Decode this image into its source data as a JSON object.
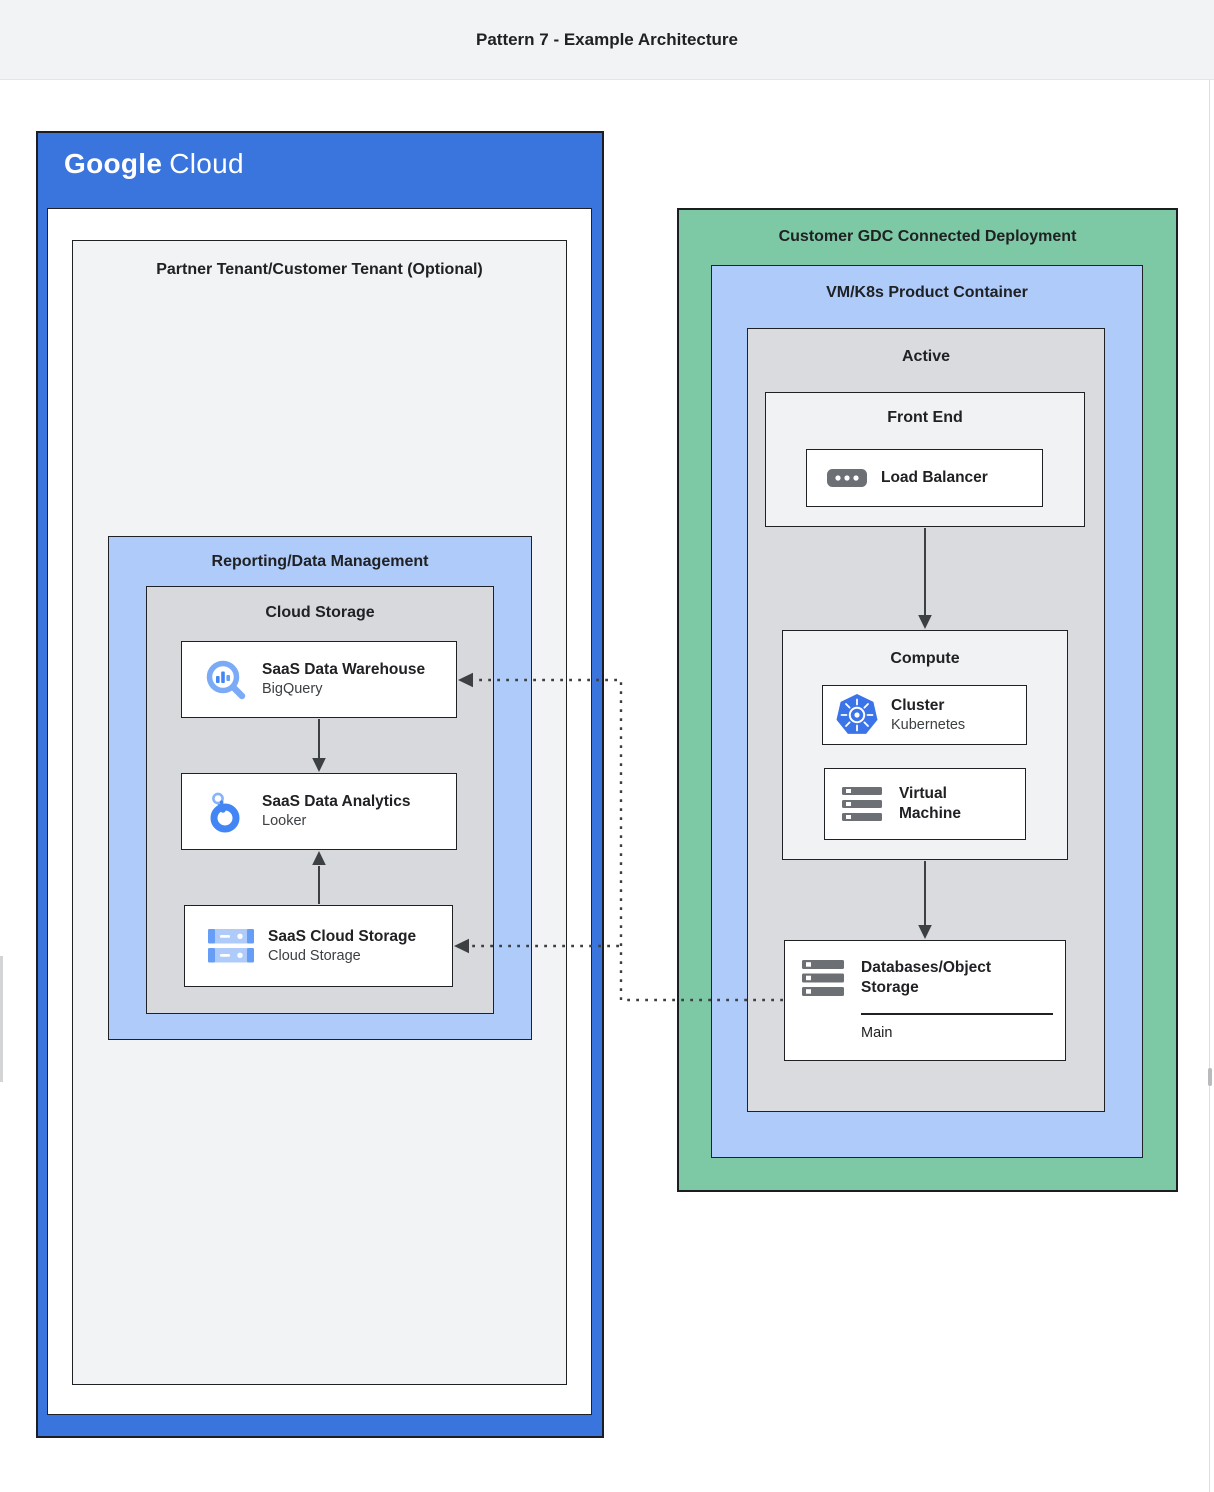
{
  "header": {
    "title": "Pattern 7 - Example Architecture"
  },
  "colors": {
    "google_blue": "#3a74dd",
    "light_blue_container": "#aecbfa",
    "green_container": "#7ec9a5",
    "gray_container": "#d7d9dc",
    "light_gray_container": "#f1f3f4",
    "border_dark": "#202124",
    "icon_blue": "#4285f4",
    "icon_light_blue": "#7baaf7",
    "icon_gray": "#6c7075",
    "arrow": "#3c4043"
  },
  "google_cloud": {
    "logo_part1": "Google",
    "logo_part2": "Cloud",
    "partner_tenant": {
      "title": "Partner Tenant/Customer Tenant (Optional)"
    },
    "reporting": {
      "title": "Reporting/Data Management"
    },
    "cloud_storage_group": {
      "title": "Cloud Storage"
    },
    "cards": {
      "warehouse": {
        "title": "SaaS Data Warehouse",
        "subtitle": "BigQuery",
        "icon": "bigquery-icon"
      },
      "analytics": {
        "title": "SaaS Data Analytics",
        "subtitle": "Looker",
        "icon": "looker-icon"
      },
      "storage": {
        "title": "SaaS Cloud Storage",
        "subtitle": "Cloud Storage",
        "icon": "cloud-storage-icon"
      }
    }
  },
  "gdc": {
    "title": "Customer GDC Connected Deployment",
    "vmk8s": {
      "title": "VM/K8s Product Container"
    },
    "active": {
      "title": "Active"
    },
    "front_end": {
      "title": "Front End",
      "load_balancer": {
        "label": "Load Balancer",
        "icon": "load-balancer-icon"
      }
    },
    "compute": {
      "title": "Compute",
      "cluster": {
        "title": "Cluster",
        "subtitle": "Kubernetes",
        "icon": "kubernetes-icon"
      },
      "vm": {
        "title": "Virtual Machine",
        "icon": "virtual-machine-icon"
      }
    },
    "databases": {
      "title": "Databases/Object Storage",
      "footer": "Main",
      "icon": "object-storage-icon"
    }
  },
  "connections": [
    {
      "from": "SaaS Data Warehouse",
      "to": "SaaS Data Analytics",
      "style": "solid-arrow"
    },
    {
      "from": "SaaS Cloud Storage",
      "to": "SaaS Data Analytics",
      "style": "solid-arrow"
    },
    {
      "from": "Front End",
      "to": "Compute",
      "style": "solid-arrow"
    },
    {
      "from": "Compute",
      "to": "Databases/Object Storage",
      "style": "solid-arrow"
    },
    {
      "from": "Databases/Object Storage",
      "to": "SaaS Data Warehouse",
      "style": "dotted-arrow"
    },
    {
      "from": "Databases/Object Storage",
      "to": "SaaS Cloud Storage",
      "style": "dotted-arrow"
    }
  ]
}
